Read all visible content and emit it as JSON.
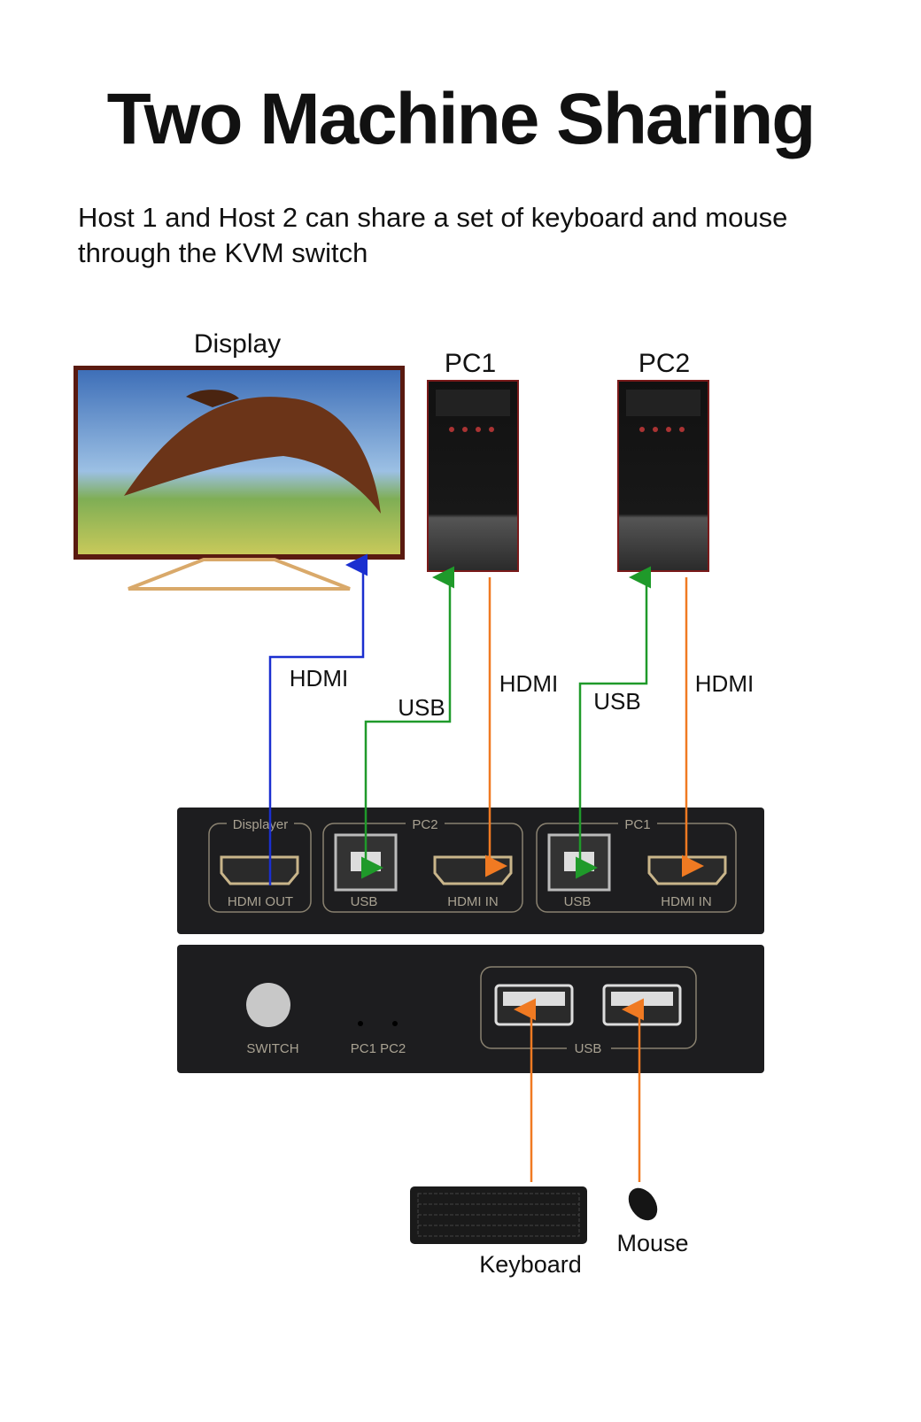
{
  "title": "Two Machine Sharing",
  "subtitle_lines": [
    "Host 1 and Host 2 can share a set of keyboard and mouse",
    "through the KVM switch"
  ],
  "devices": {
    "display": "Display",
    "pc1": "PC1",
    "pc2": "PC2",
    "keyboard": "Keyboard",
    "mouse": "Mouse"
  },
  "cables": {
    "display_hdmi": "HDMI",
    "pc1_usb": "USB",
    "pc1_hdmi": "HDMI",
    "pc2_usb": "USB",
    "pc2_hdmi": "HDMI"
  },
  "kvm_back": {
    "group_displayer": "Displayer",
    "group_pc2": "PC2",
    "group_pc1": "PC1",
    "port_hdmi_out": "HDMI OUT",
    "port_usb_a": "USB",
    "port_hdmi_in_a": "HDMI IN",
    "port_usb_b": "USB",
    "port_hdmi_in_b": "HDMI IN"
  },
  "kvm_front": {
    "switch": "SWITCH",
    "leds": "PC1 PC2",
    "usb_group": "USB"
  },
  "colors": {
    "hdmi_display": "#1a2fd0",
    "usb": "#1f9a2a",
    "hdmi_pc": "#f07a22",
    "peripheral": "#f07a22"
  }
}
